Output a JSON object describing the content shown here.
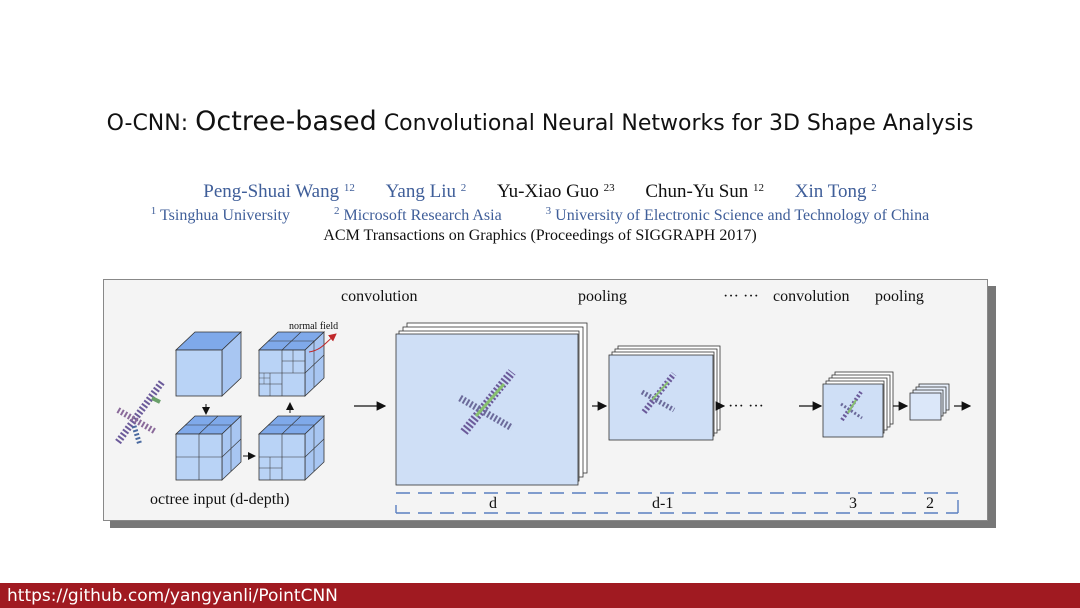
{
  "title": {
    "prefix": "O-CNN:",
    "highlight": "Octree-based",
    "rest": "Convolutional Neural Networks for 3D Shape Analysis"
  },
  "authors": [
    {
      "name": "Peng-Shuai Wang",
      "marks": "12",
      "color": "#3f5e99"
    },
    {
      "name": "Yang Liu",
      "marks": "2",
      "color": "#3f5e99"
    },
    {
      "name": "Yu-Xiao Guo",
      "marks": "23",
      "color": "#111111"
    },
    {
      "name": "Chun-Yu Sun",
      "marks": "12",
      "color": "#111111"
    },
    {
      "name": "Xin Tong",
      "marks": "2",
      "color": "#3f5e99"
    }
  ],
  "affiliations": [
    {
      "mark": "1",
      "name": "Tsinghua University"
    },
    {
      "mark": "2",
      "name": "Microsoft Research Asia"
    },
    {
      "mark": "3",
      "name": "University of Electronic Science and Technology of China"
    }
  ],
  "venue": "ACM Transactions on Graphics (Proceedings of SIGGRAPH 2017)",
  "figure": {
    "label_convolution": "convolution",
    "label_pooling": "pooling",
    "label_dots": "··· ···",
    "label_convolution_2": "convolution",
    "label_pooling_2": "pooling",
    "normal_field": "normal field",
    "octree_input": "octree input (d-depth)",
    "middle_dots": "··· ···",
    "depth_labels": [
      "d",
      "d-1",
      "3",
      "2"
    ],
    "colors": {
      "cube": "#b9d3f6",
      "cube_top": "#7fa9ea",
      "feature_map": "#cfdff6",
      "bracket": "#5a7fc0"
    }
  },
  "footer": {
    "url": "https://github.com/yangyanli/PointCNN"
  }
}
